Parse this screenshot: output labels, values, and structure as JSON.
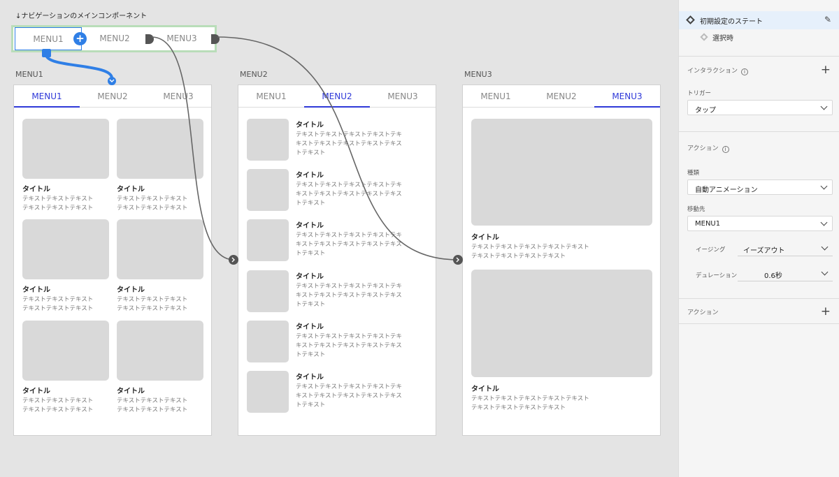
{
  "nav_component": {
    "label": "↓ナビゲーションのメインコンポーネント",
    "menus": [
      "MENU1",
      "MENU2",
      "MENU3"
    ],
    "add_symbol": "+"
  },
  "artboards": [
    {
      "name": "MENU1",
      "tabs": [
        "MENU1",
        "MENU2",
        "MENU3"
      ],
      "active_tab": 0
    },
    {
      "name": "MENU2",
      "tabs": [
        "MENU1",
        "MENU2",
        "MENU3"
      ],
      "active_tab": 1
    },
    {
      "name": "MENU3",
      "tabs": [
        "MENU1",
        "MENU2",
        "MENU3"
      ],
      "active_tab": 2
    }
  ],
  "card": {
    "title": "タイトル",
    "text_grid_line1": "テキストテキストテキスト",
    "text_grid_line2": "テキストテキストテキスト",
    "text_list_line1": "テキストテキストテキストテキストテキ",
    "text_list_line2": "キストテキストテキストテキストテキス",
    "text_list_line3": "トテキスト",
    "text_big_line1": "テキストテキストテキストテキストテキスト",
    "text_big_line2": "テキストテキストテキストテキスト"
  },
  "panel": {
    "states": {
      "default": "初期設定のステート",
      "selected": "選択時"
    },
    "interaction": {
      "title": "インタラクション",
      "trigger_label": "トリガー",
      "trigger_value": "タップ"
    },
    "action": {
      "title": "アクション",
      "type_label": "種類",
      "type_value": "自動アニメーション",
      "dest_label": "移動先",
      "dest_value": "MENU1",
      "easing_label": "イージング",
      "easing_value": "イーズアウト",
      "duration_label": "デュレーション",
      "duration_value": "0.6秒"
    },
    "action2": {
      "title": "アクション"
    },
    "add_symbol": "+",
    "info_symbol": "i",
    "edit_symbol": "✎"
  },
  "colors": {
    "accent": "#2f39d8",
    "selection_blue": "#2f7fe6",
    "component_border": "#b9ddb9",
    "placeholder": "#d9d9d9"
  }
}
